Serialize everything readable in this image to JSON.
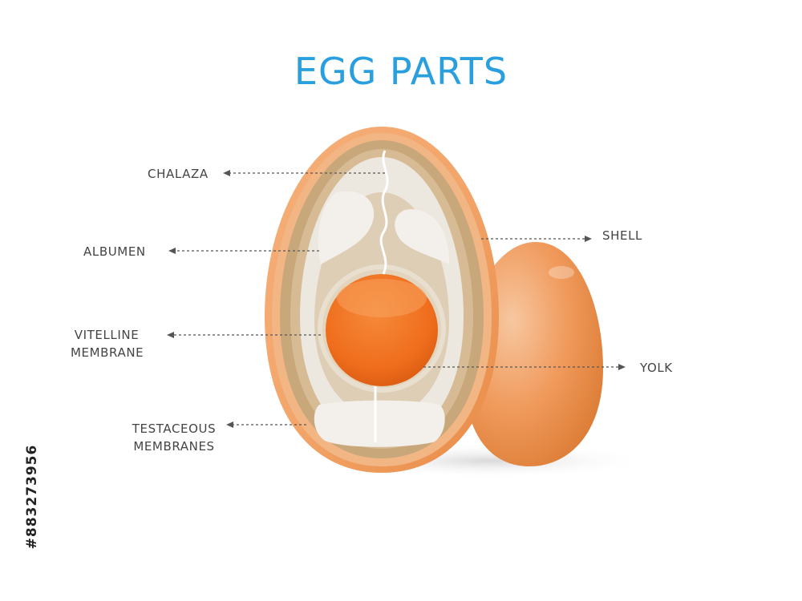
{
  "title": "EGG PARTS",
  "labels": {
    "chalaza": "CHALAZA",
    "albumen": "ALBUMEN",
    "vitelline_line1": "VITELLINE",
    "vitelline_line2": "MEMBRANE",
    "testaceous_line1": "TESTACEOUS",
    "testaceous_line2": "MEMBRANES",
    "shell": "SHELL",
    "yolk": "YOLK"
  },
  "stock_id": "#883273956",
  "colors": {
    "title": "#2a9fde",
    "label": "#444444",
    "shell": "#f0a065",
    "yolk": "#f07020",
    "albumen": "#ede9e3",
    "membrane": "#c9a878"
  }
}
